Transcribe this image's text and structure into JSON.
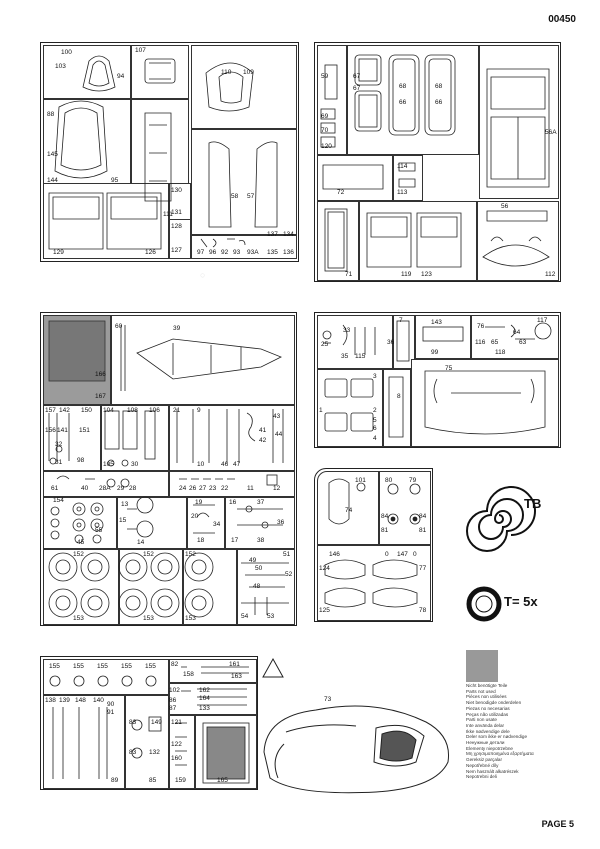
{
  "header": {
    "doc_code": "00450"
  },
  "footer": {
    "page_label": "PAGE 5"
  },
  "legend": {
    "lines": [
      "Nicht benötigte Teile",
      "Parts not used",
      "Pièces non utilisées",
      "Niet benodigde onderdelen",
      "Piezas no necesarias",
      "Peças não utilizadas",
      "Parti non usate",
      "Inte använda delar",
      "Ikke nødvendige dele",
      "Deler som ikke er nødvendige",
      "Ненужные детали",
      "Elementy niepotrzebne",
      "Μη χρησιμοποιημένα εξαρτήματα",
      "Gereksiz parçalar",
      "Nepotřebné díly",
      "Nem használt alkatrészek",
      "Nepotrebni deli"
    ]
  },
  "markers": {
    "tb": "TB",
    "t5": "T= 5x"
  },
  "sprue_a": {
    "labels": [
      "100",
      "103",
      "94",
      "107",
      "110",
      "109",
      "88",
      "145",
      "144",
      "95",
      "111",
      "129",
      "126",
      "130",
      "131",
      "128",
      "127",
      "58",
      "57",
      "97",
      "96",
      "92",
      "93",
      "93A",
      "137",
      "135",
      "134",
      "136"
    ]
  },
  "sprue_b": {
    "labels": [
      "59",
      "67",
      "68",
      "67",
      "69",
      "70",
      "66",
      "66",
      "68",
      "120",
      "72",
      "114",
      "113",
      "56A",
      "71",
      "119",
      "123",
      "56",
      "112"
    ]
  },
  "sprue_c": {
    "labels": [
      "60",
      "39",
      "166",
      "167",
      "157",
      "142",
      "150",
      "156",
      "141",
      "151",
      "32",
      "31",
      "98",
      "104",
      "108",
      "106",
      "21",
      "9",
      "43",
      "41",
      "42",
      "44",
      "105",
      "30",
      "10",
      "46",
      "47",
      "61",
      "40",
      "28A",
      "29",
      "28",
      "24",
      "26",
      "27",
      "23",
      "22",
      "11",
      "12",
      "154",
      "13",
      "15",
      "14",
      "55",
      "45",
      "19",
      "20",
      "34",
      "18",
      "16",
      "37",
      "38",
      "17",
      "36",
      "51",
      "49",
      "50",
      "48",
      "52",
      "53",
      "54",
      "152",
      "152",
      "152",
      "153",
      "153",
      "153"
    ]
  },
  "sprue_d": {
    "labels": [
      "25",
      "33",
      "35",
      "115",
      "7",
      "36",
      "143",
      "99",
      "116",
      "76",
      "64",
      "65",
      "63",
      "118",
      "117",
      "3",
      "8",
      "1",
      "2",
      "4",
      "5",
      "6",
      "75"
    ]
  },
  "sprue_e": {
    "labels": [
      "101",
      "80",
      "79",
      "74",
      "84",
      "84",
      "81",
      "81",
      "146",
      "0",
      "147",
      "0",
      "124",
      "77",
      "125",
      "78"
    ]
  },
  "sprue_f": {
    "labels": [
      "155",
      "155",
      "155",
      "155",
      "155",
      "82",
      "161",
      "158",
      "163",
      "138",
      "139",
      "148",
      "140",
      "90",
      "91",
      "102",
      "162",
      "164",
      "86",
      "87",
      "133",
      "149",
      "83",
      "121",
      "122",
      "83",
      "132",
      "160",
      "89",
      "85",
      "159",
      "165",
      "73"
    ]
  }
}
